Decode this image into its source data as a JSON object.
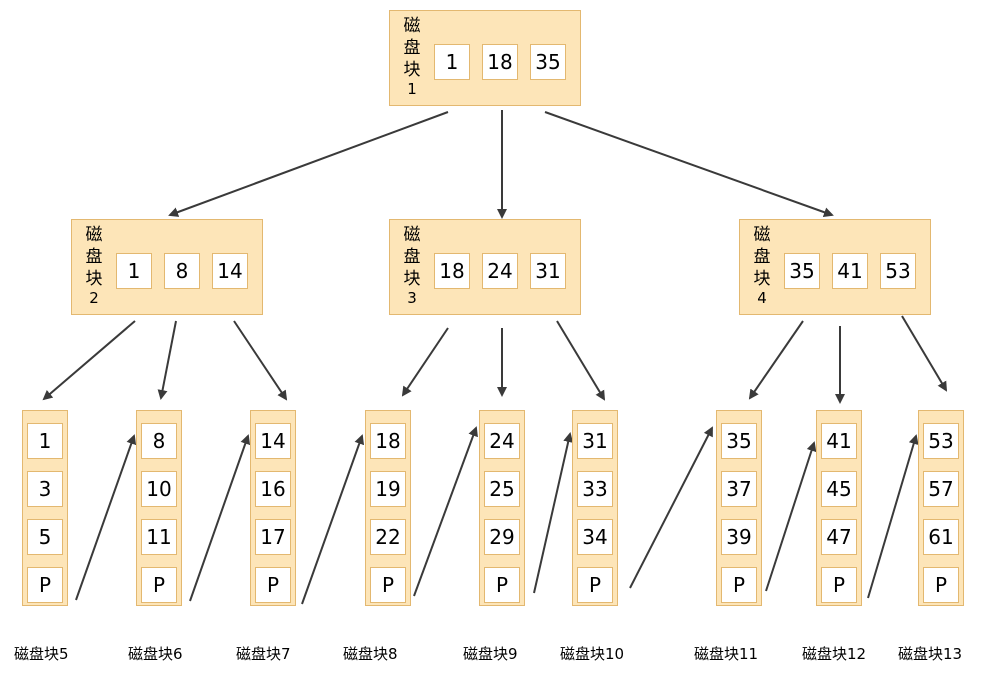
{
  "disk_label": "磁盘块",
  "internal_nodes": [
    {
      "id": "1",
      "keys": [
        "1",
        "18",
        "35"
      ]
    },
    {
      "id": "2",
      "keys": [
        "1",
        "8",
        "14"
      ]
    },
    {
      "id": "3",
      "keys": [
        "18",
        "24",
        "31"
      ]
    },
    {
      "id": "4",
      "keys": [
        "35",
        "41",
        "53"
      ]
    }
  ],
  "leaf_nodes": [
    {
      "id": "5",
      "caption": "磁盘块5",
      "keys": [
        "1",
        "3",
        "5",
        "P"
      ]
    },
    {
      "id": "6",
      "caption": "磁盘块6",
      "keys": [
        "8",
        "10",
        "11",
        "P"
      ]
    },
    {
      "id": "7",
      "caption": "磁盘块7",
      "keys": [
        "14",
        "16",
        "17",
        "P"
      ]
    },
    {
      "id": "8",
      "caption": "磁盘块8",
      "keys": [
        "18",
        "19",
        "22",
        "P"
      ]
    },
    {
      "id": "9",
      "caption": "磁盘块9",
      "keys": [
        "24",
        "25",
        "29",
        "P"
      ]
    },
    {
      "id": "10",
      "caption": "磁盘块10",
      "keys": [
        "31",
        "33",
        "34",
        "P"
      ]
    },
    {
      "id": "11",
      "caption": "磁盘块11",
      "keys": [
        "35",
        "37",
        "39",
        "P"
      ]
    },
    {
      "id": "12",
      "caption": "磁盘块12",
      "keys": [
        "41",
        "45",
        "47",
        "P"
      ]
    },
    {
      "id": "13",
      "caption": "磁盘块13",
      "keys": [
        "53",
        "57",
        "61",
        "P"
      ]
    }
  ],
  "colors": {
    "node_fill": "#fde5b8",
    "node_border": "#e3b870",
    "arrow": "#3a3a3a"
  }
}
